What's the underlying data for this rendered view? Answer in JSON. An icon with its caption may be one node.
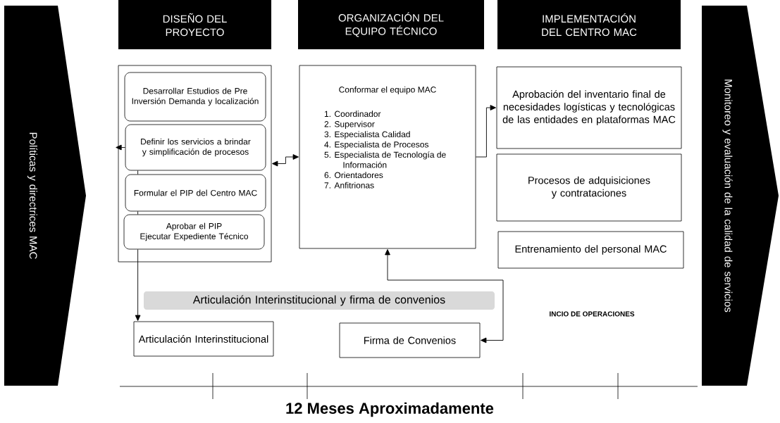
{
  "diagram": {
    "nodes": [
      {
        "text": [
          "Políticas y directrices MAC"
        ]
      },
      {
        "text": [
          "DISEÑO DEL PROYECTO"
        ]
      },
      {
        "text": [
          "ORGANIZACIÓN DEL EQUIPO TÉCNICO"
        ]
      },
      {
        "text": [
          "IMPLEMENTACIÓN DEL CENTRO MAC"
        ]
      },
      {
        "text": [
          "Monitoreo y evaluación de la calidad de servicios"
        ]
      },
      {
        "text": [],
        "shape": "box"
      },
      {
        "text": [
          "Desarrollar Estudios de Pre Inversión Demanda y localización"
        ],
        "in": 5
      },
      {
        "text": [
          "Definir los servicios a brindar y simplificación de procesos"
        ],
        "in": 5
      },
      {
        "text": [
          "Formular el PIP del Centro MAC"
        ],
        "in": 5
      },
      {
        "text": [
          "Aprobar el PIP",
          "Ejecutar Expediente Técnico"
        ],
        "in": 5
      },
      {
        "text": [
          "Conformar el equipo MAC",
          "1. Coordinador",
          "2. Supervisor",
          "3. Especialista Calidad",
          "4. Especialista de Procesos",
          "5. Especialista de Tecnología de Información",
          "6. Orientadores",
          "7. Anfitrionas"
        ]
      },
      {
        "text": [
          "Aprobación del inventario final de necesidades logísticas y tecnológicas de las entidades en plataformas MAC"
        ]
      },
      {
        "text": [
          "Procesos de adquisiciones y contrataciones"
        ]
      },
      {
        "text": [
          "Entrenamiento del personal MAC"
        ]
      },
      {
        "text": [
          "Articulación Interinstitucional y firma de convenios"
        ]
      },
      {
        "text": [
          "Articulación Interinstitucional"
        ]
      },
      {
        "text": [
          "Firma de Convenios"
        ]
      }
    ],
    "edges": [
      {
        "from": 5,
        "to": 10,
        "arrow": "both"
      },
      {
        "from": 10,
        "to": 11,
        "arrow": "to"
      },
      {
        "from": 16,
        "to": 10,
        "arrow": "both"
      },
      {
        "from": 7,
        "to": 8,
        "arrow": "none"
      },
      {
        "from": 8,
        "to": 9,
        "arrow": "none"
      },
      {
        "from": 9,
        "to": 15,
        "arrow": "to"
      },
      {
        "from": 7,
        "to": 5,
        "arrow": "to"
      }
    ],
    "labels": [
      "INCIO DE OPERACIONES",
      "12 Meses Aproximadamente"
    ]
  }
}
